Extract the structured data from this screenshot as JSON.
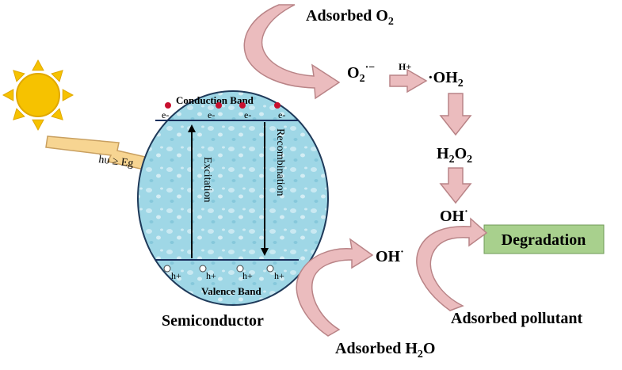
{
  "colors": {
    "sun": "#f6c200",
    "sun_stroke": "#e0a800",
    "lightning": "#f7d592",
    "lightning_stroke": "#c9a060",
    "semiconductor_fill": "#9fd7e6",
    "semiconductor_stroke": "#1f3a5a",
    "band_line": "#1a2e5c",
    "electron": "#c8102e",
    "arrow_fill": "#ebbcbe",
    "arrow_stroke": "#b98487",
    "degradation_fill": "#a8d08d",
    "degradation_stroke": "#6f9a58"
  },
  "photon": {
    "label": "hυ ≥ Eg"
  },
  "semiconductor": {
    "label": "Semiconductor",
    "conduction_band": "Conduction Band",
    "valence_band": "Valence Band",
    "excitation": "Excitation",
    "recombination": "Recombination",
    "electrons": [
      "e-",
      "e-",
      "e-",
      "e-"
    ],
    "holes": [
      "h+",
      "h+",
      "h+",
      "h+"
    ]
  },
  "species": {
    "adsorbed_o2": {
      "main": "Adsorbed O",
      "sub": "2"
    },
    "superoxide": {
      "main": "O",
      "sub": "2",
      "sup": "·−"
    },
    "h_plus": "H+",
    "hydroperoxyl": {
      "pre": "·",
      "main": "OH",
      "sub": "2"
    },
    "h2o2": {
      "a": "H",
      "sub1": "2",
      "b": "O",
      "sub2": "2"
    },
    "oh_radical_top": {
      "main": "OH",
      "sup": "·"
    },
    "oh_radical_mid": {
      "main": "OH",
      "sup": "·"
    },
    "degradation": "Degradation",
    "adsorbed_pollutant": "Adsorbed pollutant",
    "adsorbed_h2o": {
      "main": "Adsorbed H",
      "sub": "2",
      "tail": "O"
    }
  }
}
